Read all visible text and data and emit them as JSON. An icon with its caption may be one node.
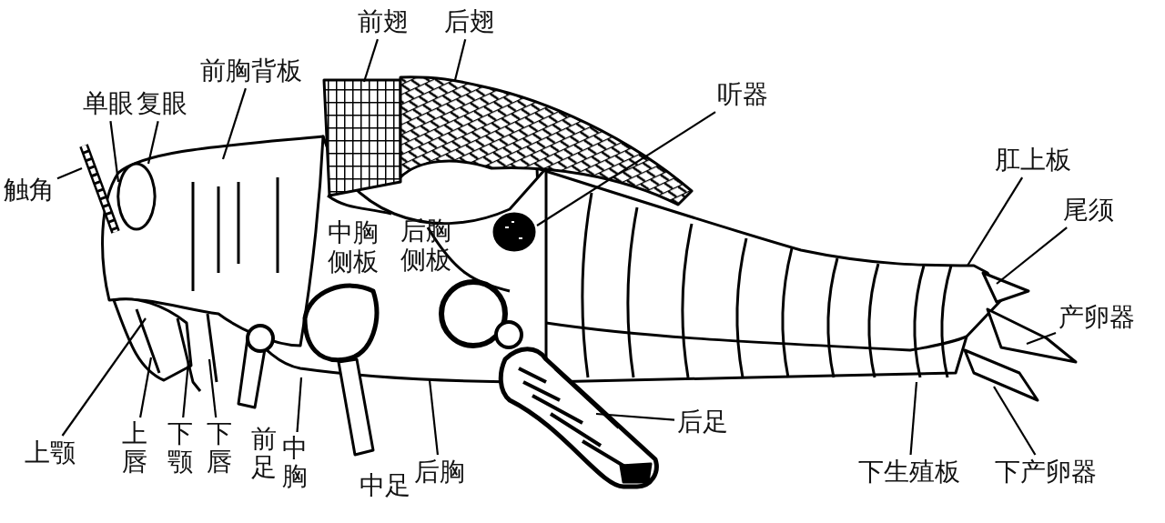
{
  "diagram": {
    "nodes": [
      {
        "text": [
          "前翅"
        ]
      },
      {
        "text": [
          "后翅"
        ]
      },
      {
        "text": [
          "前胸背板"
        ]
      },
      {
        "text": [
          "单眼"
        ]
      },
      {
        "text": [
          "复眼"
        ]
      },
      {
        "text": [
          "听器"
        ]
      },
      {
        "text": [
          "触角"
        ]
      },
      {
        "text": [
          "肛上板"
        ]
      },
      {
        "text": [
          "尾须"
        ]
      },
      {
        "text": [
          "产卵器"
        ]
      },
      {
        "text": [
          "后足"
        ]
      },
      {
        "text": [
          "上颚"
        ]
      },
      {
        "text": [
          "上唇"
        ]
      },
      {
        "text": [
          "下颚"
        ]
      },
      {
        "text": [
          "下唇"
        ]
      },
      {
        "text": [
          "中胸"
        ]
      },
      {
        "text": [
          "后胸"
        ]
      },
      {
        "text": [
          "下生殖板"
        ]
      },
      {
        "text": [
          "下产卵器"
        ]
      }
    ],
    "edges": [
      {
        "from": 0,
        "to": null,
        "arrow": "none"
      },
      {
        "from": 1,
        "to": null,
        "arrow": "none"
      },
      {
        "from": 2,
        "to": null,
        "arrow": "none"
      },
      {
        "from": 3,
        "to": null,
        "arrow": "none"
      },
      {
        "from": 4,
        "to": null,
        "arrow": "none"
      },
      {
        "from": 5,
        "to": null,
        "arrow": "none"
      },
      {
        "from": 6,
        "to": null,
        "arrow": "none"
      },
      {
        "from": 7,
        "to": null,
        "arrow": "none"
      },
      {
        "from": 8,
        "to": null,
        "arrow": "none"
      },
      {
        "from": 9,
        "to": null,
        "arrow": "none"
      },
      {
        "from": 10,
        "to": null,
        "arrow": "none"
      },
      {
        "from": 11,
        "to": null,
        "arrow": "none"
      },
      {
        "from": 12,
        "to": null,
        "arrow": "none"
      },
      {
        "from": 13,
        "to": null,
        "arrow": "none"
      },
      {
        "from": 14,
        "to": null,
        "arrow": "none"
      },
      {
        "from": 15,
        "to": null,
        "arrow": "none"
      },
      {
        "from": 16,
        "to": null,
        "arrow": "none"
      },
      {
        "from": 17,
        "to": null,
        "arrow": "none"
      },
      {
        "from": 18,
        "to": null,
        "arrow": "none"
      }
    ],
    "labels": [
      "中胸侧板",
      "后胸侧板",
      "前足",
      "中足"
    ]
  }
}
